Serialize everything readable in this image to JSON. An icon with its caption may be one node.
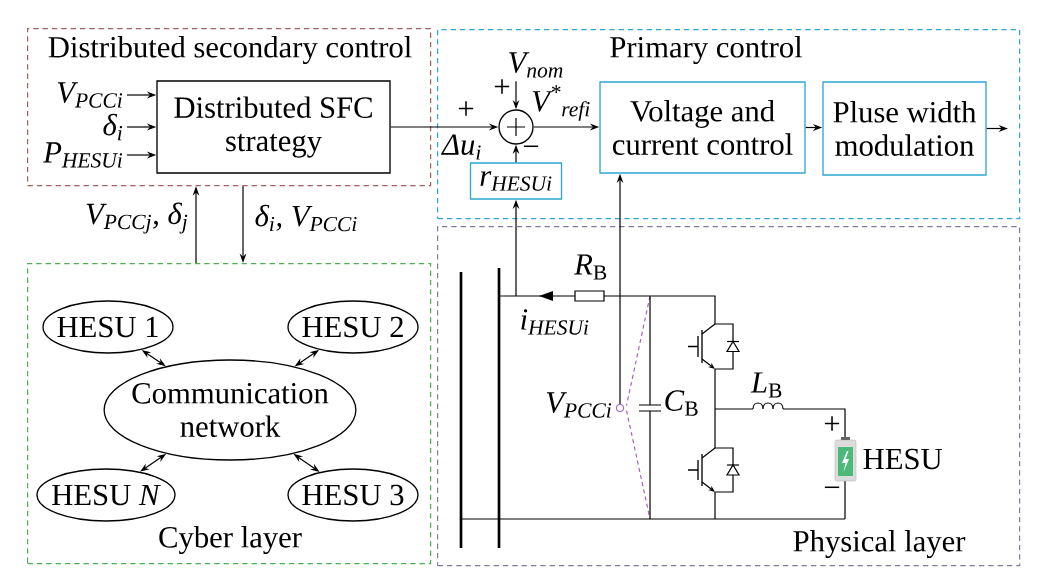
{
  "diagram": {
    "nodes": [
      {
        "text": [
          "Distributed secondary control"
        ]
      },
      {
        "text": [
          "Distributed SFC strategy"
        ],
        "in": 0
      },
      {
        "text": [
          "Primary control"
        ]
      },
      {
        "text": [],
        "shape": "circle",
        "in": 2
      },
      {
        "text": [
          "r$_{HESUi}$"
        ],
        "in": 2
      },
      {
        "text": [
          "Voltage and current control"
        ],
        "in": 2
      },
      {
        "text": [
          "Pluse width modulation"
        ],
        "in": 2
      },
      {
        "text": [
          "Cyber layer"
        ]
      },
      {
        "text": [
          "HESU 1"
        ],
        "in": 7
      },
      {
        "text": [
          "HESU 2"
        ],
        "in": 7
      },
      {
        "text": [
          "Communication network"
        ],
        "in": 7
      },
      {
        "text": [
          "HESU *N*"
        ],
        "in": 7
      },
      {
        "text": [
          "HESU 3"
        ],
        "in": 7
      },
      {
        "text": [
          "Physical layer"
        ]
      },
      {
        "text": [
          "V$_{PCCi}$"
        ],
        "in": 0
      },
      {
        "text": [
          "δ$_{i}$"
        ],
        "in": 0
      },
      {
        "text": [
          "P$_{HESUi}$"
        ],
        "in": 0
      },
      {
        "text": [
          "V$_{nom}$"
        ],
        "in": 2
      },
      {
        "text": [],
        "shape": "circle",
        "in": 13
      }
    ],
    "edges": [
      {
        "from": 14,
        "to": 1,
        "arrow": "to"
      },
      {
        "from": 15,
        "to": 1,
        "arrow": "to"
      },
      {
        "from": 16,
        "to": 1,
        "arrow": "to"
      },
      {
        "from": 1,
        "to": 3,
        "arrow": "to",
        "label": "Δu$_{i}$"
      },
      {
        "from": 17,
        "to": 3,
        "arrow": "to"
      },
      {
        "from": 4,
        "to": 3,
        "arrow": "to"
      },
      {
        "from": 3,
        "to": 5,
        "arrow": "to",
        "label": "V$^{*}$$_{refi}$"
      },
      {
        "from": 5,
        "to": 6,
        "arrow": "to"
      },
      {
        "from": 6,
        "to": null,
        "arrow": "to"
      },
      {
        "from": 7,
        "to": 0,
        "arrow": "to",
        "label": "V$_{PCCj}$, δ$_{j}$"
      },
      {
        "from": 0,
        "to": 7,
        "arrow": "to",
        "label": "δ$_{i}$, V$_{PCCi}$"
      },
      {
        "from": 10,
        "to": 8,
        "arrow": "both"
      },
      {
        "from": 10,
        "to": 9,
        "arrow": "both"
      },
      {
        "from": 10,
        "to": 11,
        "arrow": "both"
      },
      {
        "from": 10,
        "to": 12,
        "arrow": "both"
      },
      {
        "from": 13,
        "to": 4,
        "arrow": "to"
      },
      {
        "from": 18,
        "to": 5,
        "arrow": "to"
      }
    ],
    "labels": [
      "+",
      "+",
      "−",
      "*R*$_{B}$",
      "i$_{HESUi}$",
      "V$_{PCCi}$",
      "*C*$_{B}$",
      "*L*$_{B}$",
      "+",
      "HESU",
      "−"
    ]
  }
}
